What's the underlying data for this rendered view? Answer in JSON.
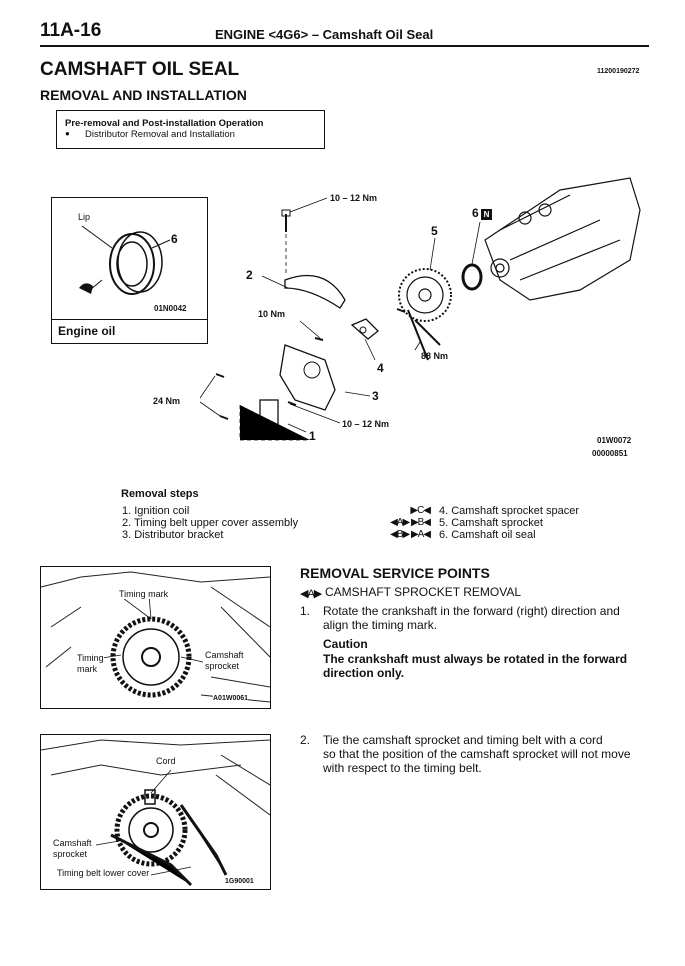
{
  "header": {
    "page_number": "11A-16",
    "section": "ENGINE <4G6> – Camshaft Oil Seal"
  },
  "title": "CAMSHAFT OIL SEAL",
  "doc_code": "11200190272",
  "subtitle": "REMOVAL AND INSTALLATION",
  "pre_op": {
    "heading": "Pre-removal and Post-installation Operation",
    "bullet": "●",
    "item": "Distributor Removal and Installation"
  },
  "inset": {
    "lip_label": "Lip",
    "number": "6",
    "code": "01N0042",
    "caption": "Engine oil"
  },
  "figure": {
    "torque_top": "10 – 12 Nm",
    "torque_10": "10 Nm",
    "torque_24": "24 Nm",
    "torque_bottom": "10 – 12 Nm",
    "torque_88": "88 Nm",
    "n1": "1",
    "n2": "2",
    "n3": "3",
    "n4": "4",
    "n5": "5",
    "n6": "6",
    "n6_badge": "N",
    "code1": "01W0072",
    "code2": "00000851"
  },
  "removal_steps": {
    "heading": "Removal steps",
    "left": [
      "1. Ignition coil",
      "2. Timing belt upper cover assembly",
      "3. Distributor bracket"
    ],
    "right_symbols": [
      "▶C◀",
      "◀A▶  ▶B◀",
      "◀B▶  ▶A◀"
    ],
    "right": [
      "4. Camshaft sprocket spacer",
      "5. Camshaft sprocket",
      "6. Camshaft oil seal"
    ]
  },
  "service": {
    "heading": "REMOVAL SERVICE POINTS",
    "sub_symbol": "◀A▶",
    "sub_heading": "CAMSHAFT SPROCKET REMOVAL",
    "step1_num": "1.",
    "step1_line1": "Rotate the crankshaft in the forward (right) direction and",
    "step1_line2": "align the timing mark.",
    "caution_title": "Caution",
    "caution_line1": "The crankshaft must always be rotated in the forward",
    "caution_line2": "direction only.",
    "step2_num": "2.",
    "step2_line1": "Tie the camshaft sprocket and timing belt with a cord",
    "step2_line2": "so that the position of the camshaft sprocket will not move",
    "step2_line3": "with respect to the timing belt."
  },
  "photo1": {
    "label_timing_mark_top": "Timing mark",
    "label_timing": "Timing",
    "label_mark": "mark",
    "label_cam": "Camshaft",
    "label_sprocket": "sprocket",
    "code": "A01W0061"
  },
  "photo2": {
    "label_cord": "Cord",
    "label_cam": "Camshaft",
    "label_sprocket": "sprocket",
    "label_belt_cover": "Timing belt lower cover",
    "code": "1G90001"
  }
}
